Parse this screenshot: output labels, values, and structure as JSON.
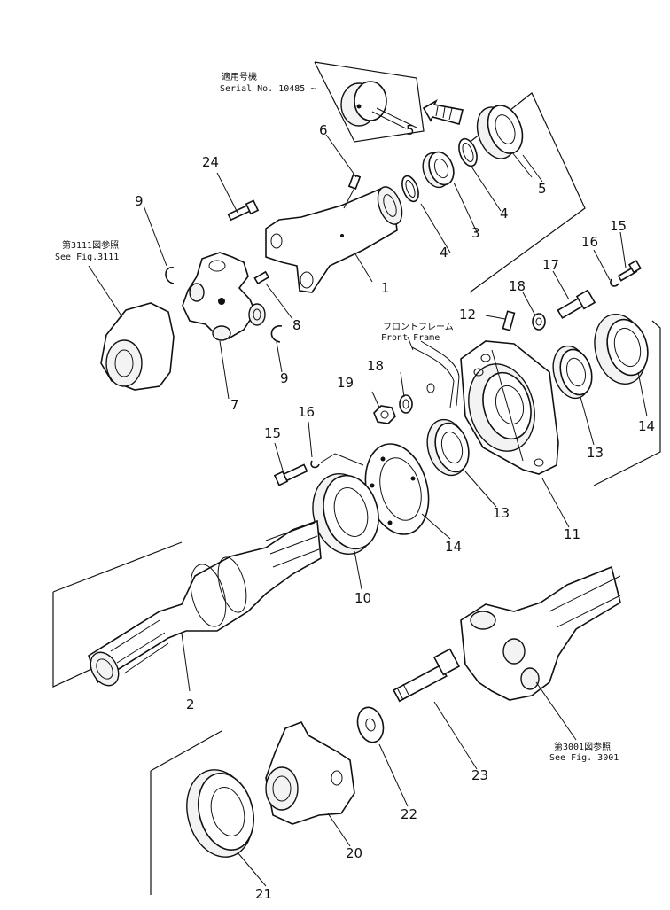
{
  "notes": {
    "serial_jp": "適用号機",
    "serial_en": "Serial No. 10485 ~",
    "fig3111_jp": "第3111図参照",
    "fig3111_en": "See Fig.3111",
    "frame_jp": "フロントフレーム",
    "frame_en": "Front  Frame",
    "fig3001_jp": "第3001図参照",
    "fig3001_en": "See  Fig. 3001"
  },
  "callouts": {
    "c1": "1",
    "c2": "2",
    "c3": "3",
    "c4a": "4",
    "c4b": "4",
    "c5a": "5",
    "c5b": "5",
    "c6": "6",
    "c7": "7",
    "c8": "8",
    "c9a": "9",
    "c9b": "9",
    "c10": "10",
    "c11": "11",
    "c12": "12",
    "c13a": "13",
    "c13b": "13",
    "c14a": "14",
    "c14b": "14",
    "c15a": "15",
    "c15b": "15",
    "c16a": "16",
    "c16b": "16",
    "c17": "17",
    "c18a": "18",
    "c18b": "18",
    "c19": "19",
    "c20": "20",
    "c21": "21",
    "c22": "22",
    "c23": "23",
    "c24": "24"
  }
}
